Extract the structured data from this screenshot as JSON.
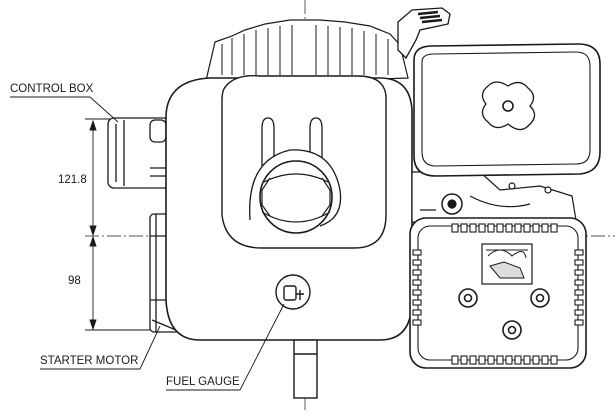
{
  "labels": {
    "control_box": "CONTROL BOX",
    "starter_motor": "STARTER MOTOR",
    "fuel_gauge": "FUEL GAUGE"
  },
  "dimensions": {
    "upper": "121.8",
    "lower": "98"
  },
  "colors": {
    "line": "#1a1a1a",
    "fill": "#ffffff",
    "muffler_panel": "#f2f2f2"
  }
}
